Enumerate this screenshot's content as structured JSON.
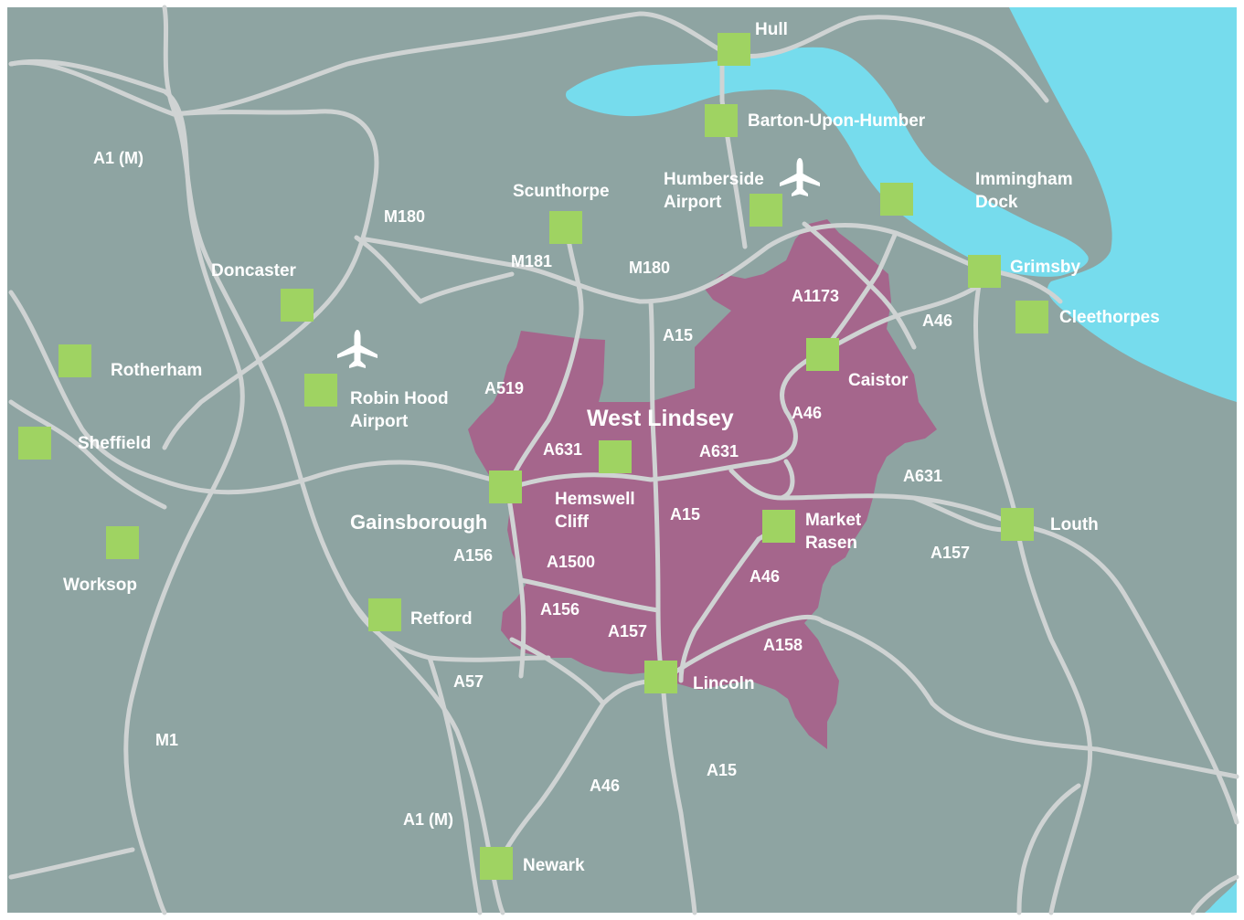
{
  "colors": {
    "land": "#8ea4a2",
    "water": "#76dced",
    "district": "#a5668c",
    "road": "#cfd3d3",
    "town_marker": "#9fd362",
    "label": "#ffffff",
    "border": "#ffffff"
  },
  "district": {
    "name": "West Lindsey"
  },
  "towns": [
    {
      "id": "hull",
      "name": "Hull"
    },
    {
      "id": "barton",
      "name": "Barton-Upon-Humber"
    },
    {
      "id": "humberside-airport",
      "lines": [
        "Humberside",
        "Airport"
      ]
    },
    {
      "id": "immingham",
      "lines": [
        "Immingham",
        "Dock"
      ]
    },
    {
      "id": "scunthorpe",
      "name": "Scunthorpe"
    },
    {
      "id": "grimsby",
      "name": "Grimsby"
    },
    {
      "id": "cleethorpes",
      "name": "Cleethorpes"
    },
    {
      "id": "doncaster",
      "name": "Doncaster"
    },
    {
      "id": "rotherham",
      "name": "Rotherham"
    },
    {
      "id": "robin-hood",
      "lines": [
        "Robin Hood",
        "Airport"
      ]
    },
    {
      "id": "sheffield",
      "name": "Sheffield"
    },
    {
      "id": "caistor",
      "name": "Caistor"
    },
    {
      "id": "gainsborough",
      "name": "Gainsborough"
    },
    {
      "id": "hemswell",
      "lines": [
        "Hemswell",
        "Cliff"
      ]
    },
    {
      "id": "market-rasen",
      "lines": [
        "Market",
        "Rasen"
      ]
    },
    {
      "id": "louth",
      "name": "Louth"
    },
    {
      "id": "worksop",
      "name": "Worksop"
    },
    {
      "id": "retford",
      "name": "Retford"
    },
    {
      "id": "lincoln",
      "name": "Lincoln"
    },
    {
      "id": "newark",
      "name": "Newark"
    }
  ],
  "roads": [
    "A1 (M)",
    "M180",
    "M181",
    "M180",
    "A1173",
    "A15",
    "A46",
    "A519",
    "A631",
    "A631",
    "A631",
    "A46",
    "A15",
    "A156",
    "A1500",
    "A157",
    "A46",
    "A156",
    "A157",
    "A158",
    "A57",
    "M1",
    "A46",
    "A15",
    "A1 (M)"
  ],
  "icons": [
    "airplane-icon",
    "airplane-icon"
  ]
}
